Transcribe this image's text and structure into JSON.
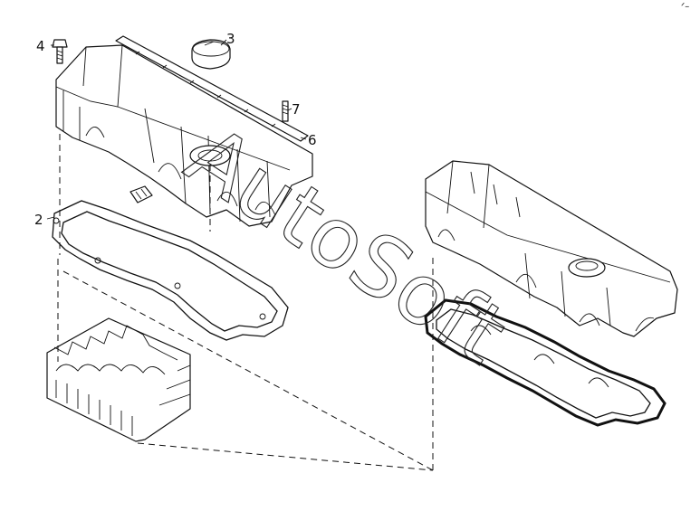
{
  "corner_mark": "ᐟ–",
  "callouts": [
    {
      "id": "4",
      "label": "4"
    },
    {
      "id": "3",
      "label": "3"
    },
    {
      "id": "7",
      "label": "7"
    },
    {
      "id": "6",
      "label": "6"
    },
    {
      "id": "2",
      "label": "2"
    }
  ],
  "watermark": {
    "text": "AutoSoft"
  }
}
